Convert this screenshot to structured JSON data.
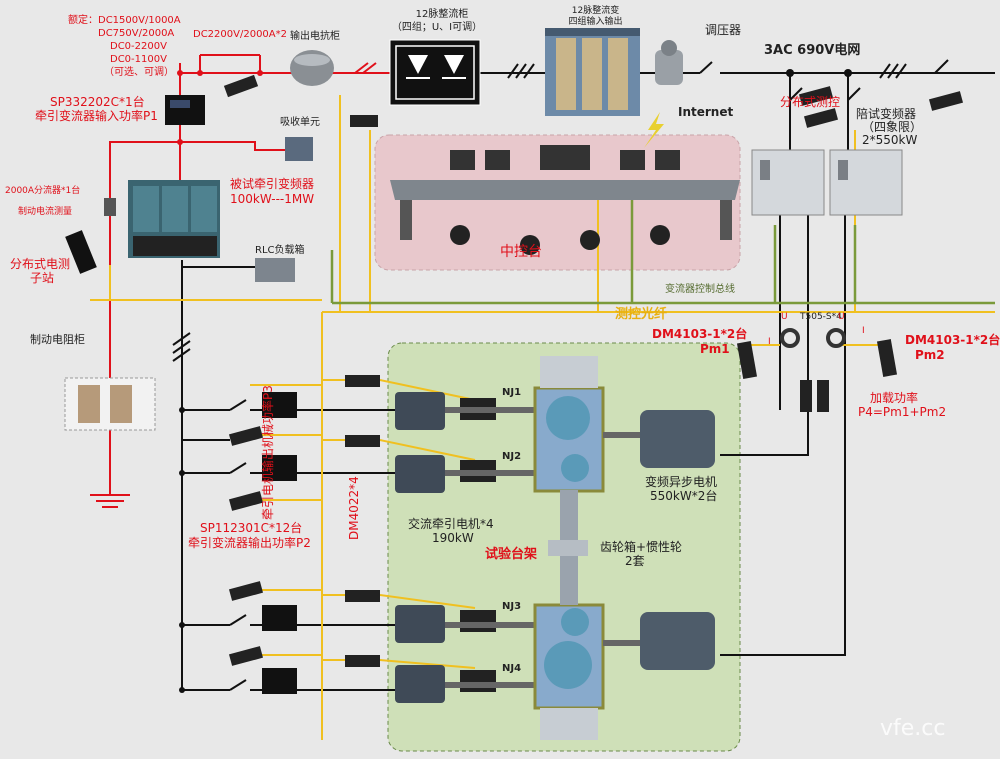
{
  "rating": {
    "title": "额定：DC1500V/1000A",
    "l2": "DC750V/2000A",
    "l3": "DC0-2200V",
    "l4": "DC0-1100V",
    "l5": "（可选、可调）"
  },
  "reactor_rating": "DC2200V/2000A*2",
  "output_reactor": "输出电抗柜",
  "rectifier": {
    "title": "12脉整流柜",
    "sub": "（四组；U、I可调）"
  },
  "transformer": {
    "title": "12脉整流变",
    "sub": "四组输入输出"
  },
  "regulator": "调压器",
  "grid": "3AC  690V电网",
  "input_analyzer": {
    "l1": "SP332202C*1台",
    "l2": "牵引变流器输入功率P1"
  },
  "absorb": "吸收单元",
  "internet": "Internet",
  "distributed_measure_top": "分布式测控",
  "companion_inverter": {
    "l1": "陪试变频器",
    "l2": "（四象限）",
    "l3": "2*550kW"
  },
  "shunt": {
    "l1": "2000A分流器*1台",
    "l2": "制动电流测量"
  },
  "dut_inverter": {
    "l1": "被试牵引变频器",
    "l2": "100kW---1MW"
  },
  "console": "中控台",
  "distributed_sub": {
    "l1": "分布式电测",
    "l2": "子站"
  },
  "rlc": "RLC负载箱",
  "control_bus": "变流器控制总线",
  "fiber": "测控光纤",
  "brake_cabinet": "制动电阻柜",
  "dm_left": {
    "l1": "DM4103-1*2台",
    "l2": "Pm1"
  },
  "dm_right": {
    "l1": "DM4103-1*2台",
    "l2": "Pm2"
  },
  "ct_label": "T505-S*4",
  "load_power": {
    "l1": "加载功率",
    "l2": "P4=Pm1+Pm2"
  },
  "nj": [
    "NJ1",
    "NJ2",
    "NJ3",
    "NJ4"
  ],
  "async_motor": {
    "l1": "变频异步电机",
    "l2": "550kW*2台"
  },
  "traction_motor": {
    "l1": "交流牵引电机*4",
    "l2": "190kW"
  },
  "test_bench": "试验台架",
  "gearbox": {
    "l1": "齿轮箱+惯性轮",
    "l2": "2套"
  },
  "output_analyzer": {
    "l1": "SP112301C*12台",
    "l2": "牵引变流器输出功率P2"
  },
  "mech_power": "牵引电机输出机械功率P3",
  "dm4022": "DM4022*4",
  "ui_labels": {
    "u1": "U",
    "i1": "I",
    "u2": "U",
    "i2": "I"
  },
  "watermark": "vfe.cc",
  "colors": {
    "red": "#e0101a",
    "yellow": "#f0c020",
    "green": "#7a9a3a",
    "black": "#111111"
  }
}
